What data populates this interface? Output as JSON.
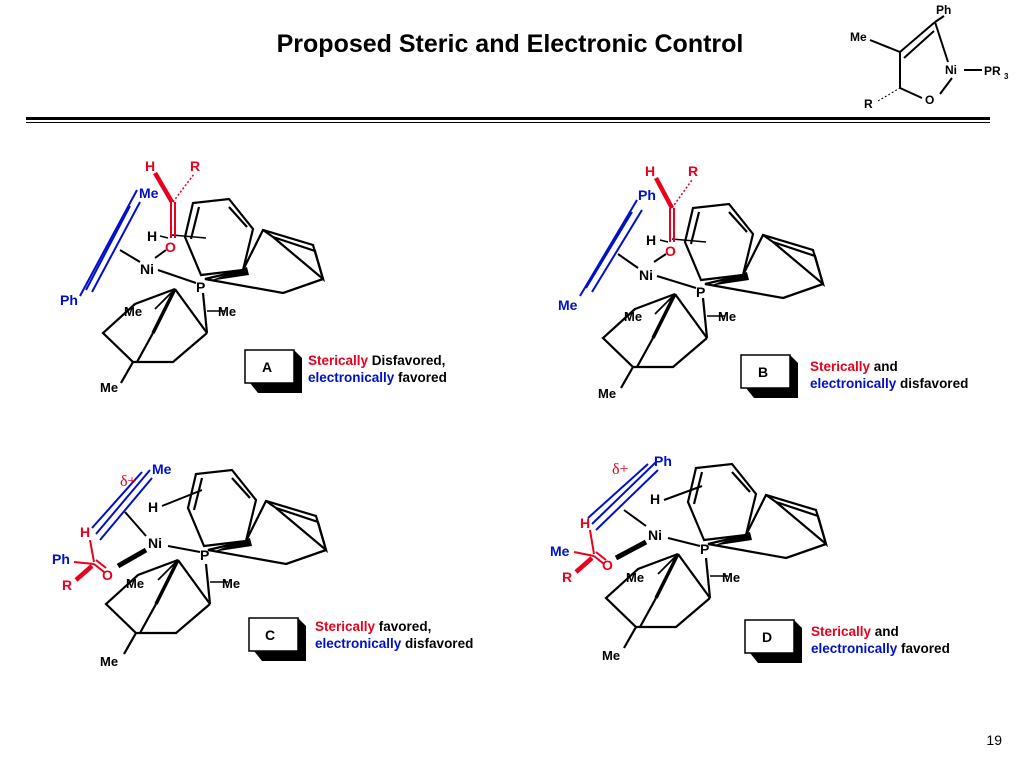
{
  "slide": {
    "title": "Proposed Steric and Electronic Control",
    "page_number": "19"
  },
  "ring_labels": {
    "ph": "Ph",
    "me": "Me",
    "ni": "Ni",
    "pr3": "PR",
    "pr3_sub": "3",
    "r": "R",
    "o": "O"
  },
  "atoms": {
    "h": "H",
    "r": "R",
    "o": "O",
    "ni": "Ni",
    "p": "P",
    "me": "Me",
    "ph": "Ph",
    "delta": "δ+"
  },
  "panels": [
    {
      "id": "A",
      "label": "A",
      "caption_steric": "Sterically",
      "caption_rest1": " Disfavored,",
      "caption_electronic": "electronically",
      "caption_rest2": " favored"
    },
    {
      "id": "B",
      "label": "B",
      "caption_steric": "Sterically",
      "caption_rest1": " and",
      "caption_electronic": "electronically",
      "caption_rest2": " disfavored"
    },
    {
      "id": "C",
      "label": "C",
      "caption_steric": "Sterically",
      "caption_rest1": " favored,",
      "caption_electronic": "electronically",
      "caption_rest2": " disfavored"
    },
    {
      "id": "D",
      "label": "D",
      "caption_steric": "Sterically",
      "caption_rest1": " and",
      "caption_electronic": "electronically",
      "caption_rest2": " favored"
    }
  ],
  "colors": {
    "red": "#e8001c",
    "blue": "#0010c8",
    "black": "#000000"
  }
}
